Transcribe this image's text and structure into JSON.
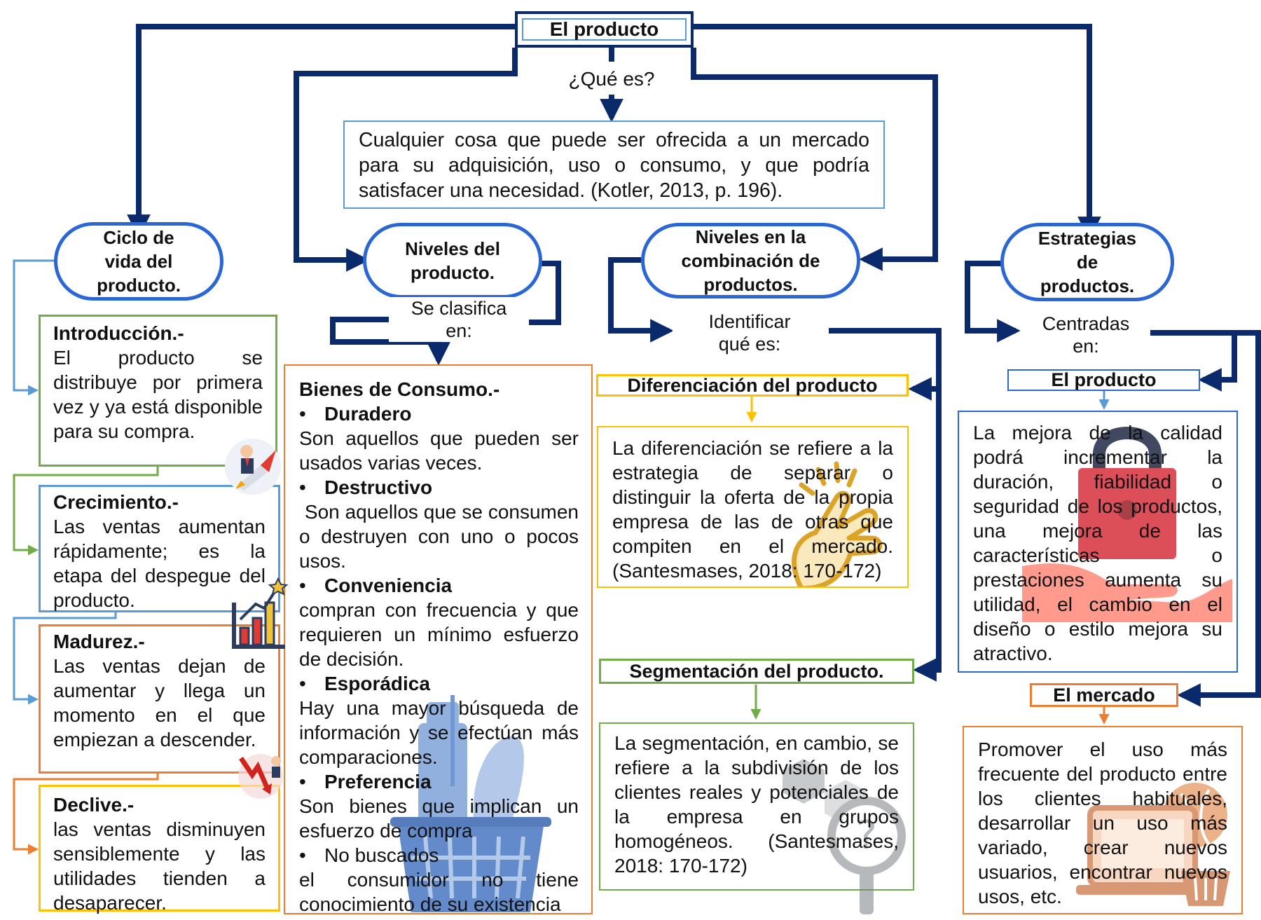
{
  "root": {
    "title": "El producto",
    "question": "¿Qué es?"
  },
  "definition": "Cualquier cosa que puede ser ofrecida a un mercado para su adquisición, uso o consumo, y que podría satisfacer  una necesidad. (Kotler, 2013, p. 196).",
  "nodes": {
    "ciclo": {
      "title_lines": [
        "Ciclo de",
        "vida del",
        "producto."
      ]
    },
    "niveles": {
      "title_lines": [
        "Niveles del",
        "producto."
      ],
      "connector_lines": [
        "Se clasifica",
        "en:"
      ]
    },
    "combinacion": {
      "title_lines": [
        "Niveles en la",
        "combinación de",
        "productos."
      ],
      "connector_lines": [
        "Identificar",
        "qué es:"
      ]
    },
    "estrategias": {
      "title_lines": [
        "Estrategias",
        "de",
        "productos."
      ],
      "connector_lines": [
        "Centradas",
        "en:"
      ]
    }
  },
  "ciclo_stages": [
    {
      "title": "Introducción.-",
      "text": "El producto se distribuye por primera vez y ya está disponible para su compra."
    },
    {
      "title": "Crecimiento.-",
      "text": "Las ventas aumentan rápidamente; es la etapa del despegue del producto."
    },
    {
      "title": "Madurez.-",
      "text": "Las ventas dejan de aumentar y llega un momento en el que empiezan a descender."
    },
    {
      "title": "Declive.-",
      "text": "las ventas disminuyen sensiblemente y las utilidades tienden a desaparecer."
    }
  ],
  "bienes": {
    "heading": "Bienes de Consumo.-",
    "bullet": "•",
    "items": [
      {
        "name": "Duradero",
        "text": "Son aquellos que pueden ser usados varias veces."
      },
      {
        "name": "Destructivo",
        "text": " Son aquellos que se consumen o destruyen con uno o pocos usos."
      },
      {
        "name": "Conveniencia",
        "text": "compran con frecuencia y que requieren un mínimo esfuerzo de decisión."
      },
      {
        "name": "Esporádica",
        "text": "Hay una mayor búsqueda de información y se efectúan más comparaciones."
      },
      {
        "name": "Preferencia",
        "text": "Son bienes que implican un esfuerzo de compra"
      },
      {
        "name": "No buscados",
        "text": "el consumidor no tiene conocimiento de su existencia"
      }
    ]
  },
  "diferenciacion": {
    "title": "Diferenciación del producto",
    "text": "La diferenciación se refiere a la estrategia de separar o distinguir la oferta de la propia empresa de las de otras que compiten en el mercado. (Santesmases, 2018: 170-172)"
  },
  "segmentacion": {
    "title": "Segmentación del producto.",
    "text": "La segmentación, en cambio, se refiere a la subdivisión de los clientes reales y potenciales de la empresa en grupos homogéneos. (Santesmases, 2018: 170-172)"
  },
  "estrategia_producto": {
    "title": "El producto",
    "text": "La mejora de la calidad podrá incrementar la duración, fiabilidad o seguridad de los productos, una mejora de las características o prestaciones aumenta su utilidad, el cambio en el diseño o estilo mejora su atractivo."
  },
  "estrategia_mercado": {
    "title": "El mercado",
    "text": "Promover el uso más frecuente del producto entre los clientes habituales, desarrollar un uso más variado, crear nuevos usuarios, encontrar nuevos usos, etc."
  },
  "colors": {
    "navy": "#0b2a6b",
    "pill_border": "#2a66d6",
    "green": "#70ad47",
    "blue": "#5b9bd5",
    "orange": "#ed7d31",
    "yellow": "#ffc000"
  }
}
